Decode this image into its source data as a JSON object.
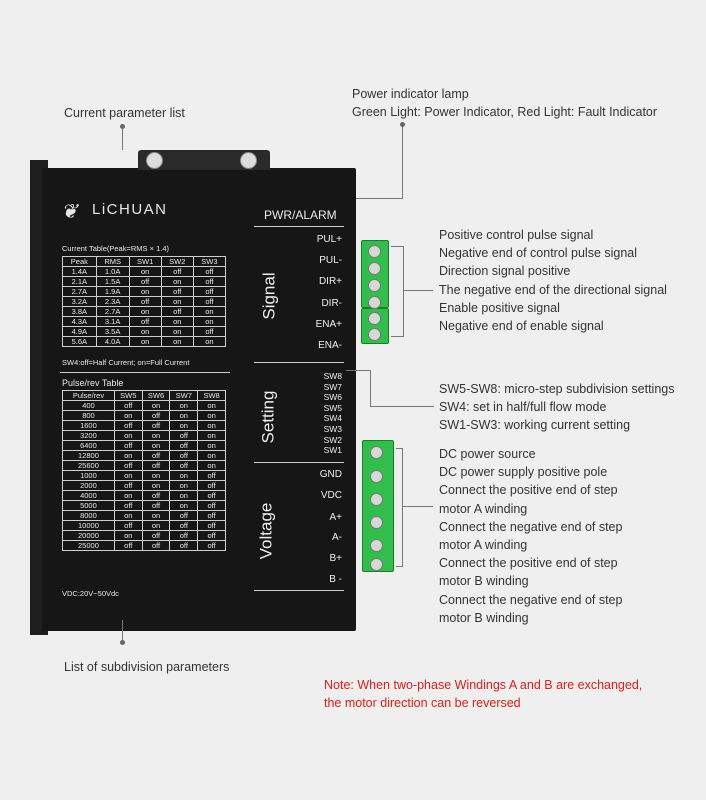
{
  "callouts": {
    "current_list": "Current parameter list",
    "power_lamp_1": "Power indicator lamp",
    "power_lamp_2": "Green Light: Power Indicator, Red Light: Fault Indicator",
    "subdivision_list": "List of subdivision parameters"
  },
  "signal_notes": [
    "Positive control pulse signal",
    "Negative end of control pulse signal",
    "Direction signal positive",
    "The negative end of the directional signal",
    "Enable positive signal",
    "Negative end of enable signal"
  ],
  "setting_notes": [
    "SW5-SW8: micro-step subdivision settings",
    "SW4: set in half/full flow mode",
    "SW1-SW3: working current setting"
  ],
  "voltage_notes": [
    "DC power source",
    "DC power supply positive pole",
    "Connect the positive end of step",
    "motor A winding",
    " Connect the negative end of step",
    "motor A winding",
    "Connect the positive end of step",
    "motor B winding",
    "Connect the negative end of step",
    "motor B winding"
  ],
  "note": {
    "line1": "Note: When two-phase Windings A and B are exchanged,",
    "line2": "the motor direction can be reversed",
    "color": "#e0201a"
  },
  "device": {
    "brand": "LiCHUAN",
    "pwr_alarm": "PWR/ALARM",
    "current_table_title": "Current Table(Peak=RMS × 1.4)",
    "current_headers": [
      "Peak",
      "RMS",
      "SW1",
      "SW2",
      "SW3"
    ],
    "current_rows": [
      [
        "1.4A",
        "1.0A",
        "on",
        "off",
        "off"
      ],
      [
        "2.1A",
        "1.5A",
        "off",
        "on",
        "off"
      ],
      [
        "2.7A",
        "1.9A",
        "on",
        "off",
        "off"
      ],
      [
        "3.2A",
        "2.3A",
        "off",
        "on",
        "off"
      ],
      [
        "3.8A",
        "2.7A",
        "on",
        "off",
        "on"
      ],
      [
        "4.3A",
        "3.1A",
        "off",
        "on",
        "on"
      ],
      [
        "4.9A",
        "3.5A",
        "on",
        "on",
        "off"
      ],
      [
        "5.6A",
        "4.0A",
        "on",
        "on",
        "on"
      ]
    ],
    "sw4_note": "SW4:off=Half Current; on=Full Current",
    "pulse_table_title": "Pulse/rev Table",
    "pulse_headers": [
      "Pulse/rev",
      "SW5",
      "SW6",
      "SW7",
      "SW8"
    ],
    "pulse_rows": [
      [
        "400",
        "off",
        "on",
        "on",
        "on"
      ],
      [
        "800",
        "on",
        "off",
        "on",
        "on"
      ],
      [
        "1600",
        "off",
        "off",
        "on",
        "on"
      ],
      [
        "3200",
        "on",
        "on",
        "off",
        "on"
      ],
      [
        "6400",
        "off",
        "on",
        "off",
        "on"
      ],
      [
        "12800",
        "on",
        "off",
        "off",
        "on"
      ],
      [
        "25600",
        "off",
        "off",
        "off",
        "on"
      ],
      [
        "1000",
        "on",
        "on",
        "on",
        "off"
      ],
      [
        "2000",
        "off",
        "on",
        "on",
        "off"
      ],
      [
        "4000",
        "on",
        "off",
        "on",
        "off"
      ],
      [
        "5000",
        "off",
        "off",
        "on",
        "off"
      ],
      [
        "8000",
        "on",
        "on",
        "off",
        "off"
      ],
      [
        "10000",
        "off",
        "on",
        "off",
        "off"
      ],
      [
        "20000",
        "on",
        "off",
        "off",
        "off"
      ],
      [
        "25000",
        "off",
        "off",
        "off",
        "off"
      ]
    ],
    "vdc_note": "VDC:20V~50Vdc",
    "sections": {
      "signal": "Signal",
      "setting": "Setting",
      "voltage": "Voltage"
    },
    "signal_terms": [
      "PUL+",
      "PUL-",
      "DIR+",
      "DIR-",
      "ENA+",
      "ENA-"
    ],
    "switch_terms": [
      "SW8",
      "SW7",
      "SW6",
      "SW5",
      "SW4",
      "SW3",
      "SW2",
      "SW1"
    ],
    "power_terms": [
      "GND",
      "VDC",
      "A+",
      "A-",
      "B+",
      "B -"
    ]
  }
}
